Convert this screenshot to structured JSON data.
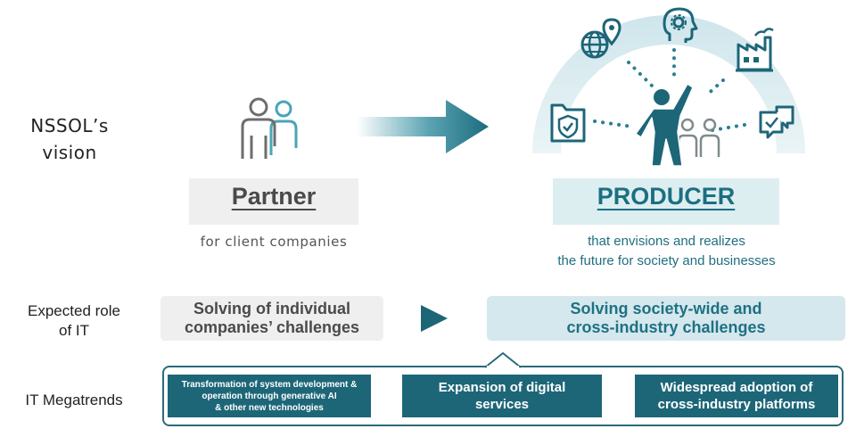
{
  "vision": {
    "label_line1": "NSSOL’s",
    "label_line2": "vision"
  },
  "partner": {
    "title": "Partner",
    "subtitle": "for client companies"
  },
  "producer": {
    "title": "PRODUCER",
    "subtitle_line1": "that envisions and realizes",
    "subtitle_line2": "the future for society and businesses"
  },
  "it_role": {
    "label_line1": "Expected role",
    "label_line2": "of IT",
    "left_line1": "Solving of individual",
    "left_line2": "companies’ challenges",
    "right_line1": "Solving society-wide and",
    "right_line2": "cross-industry challenges"
  },
  "megatrends": {
    "label": "IT Megatrends",
    "items": [
      {
        "line1": "Transformation of system development &",
        "line2": "operation through generative AI",
        "line3": "& other new technologies"
      },
      {
        "line1": "Expansion of digital",
        "line2": "services"
      },
      {
        "line1": "Widespread adoption of",
        "line2": "cross-industry platforms"
      }
    ]
  },
  "colors": {
    "teal_dark": "#1d6678",
    "teal_mid": "#2a7f92",
    "teal_light": "#d5e8ed",
    "gray_box": "#efefef"
  },
  "icons": [
    "partner-people-icon",
    "transition-arrow-icon",
    "globe-location-icon",
    "gear-head-icon",
    "factory-icon",
    "security-folder-icon",
    "chat-check-icon",
    "raising-hand-person-icon",
    "people-group-icon",
    "small-arrow-icon"
  ]
}
